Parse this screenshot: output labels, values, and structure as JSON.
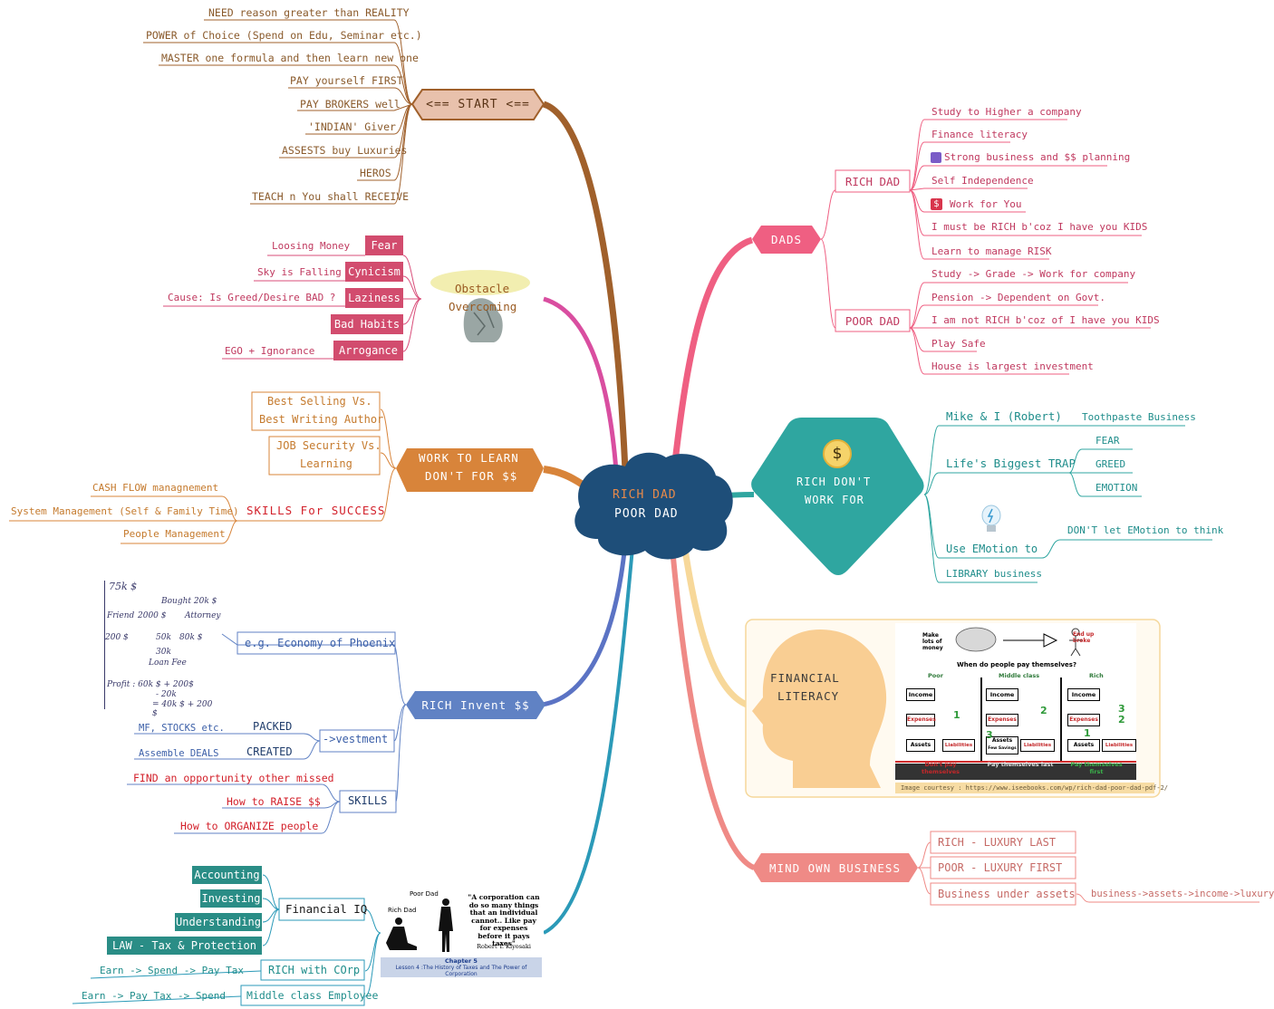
{
  "center": {
    "line1": "RICH DAD",
    "line2": "POOR DAD"
  },
  "start": {
    "title": "<== START <==",
    "items": [
      "NEED reason greater than REALITY",
      "POWER of Choice (Spend on Edu, Seminar etc.)",
      "MASTER one formula and then learn new one",
      "PAY yourself FIRST",
      "PAY BROKERS well",
      "'INDIAN' Giver",
      "ASSESTS buy Luxuries",
      "HEROS",
      "TEACH n You shall RECEIVE"
    ]
  },
  "obstacle": {
    "title1": "Obstacle",
    "title2": "Overcoming",
    "items": [
      {
        "label": "Fear",
        "note": "Loosing Money"
      },
      {
        "label": "Cynicism",
        "note": "Sky is Falling"
      },
      {
        "label": "Laziness",
        "note": "Cause: Is Greed/Desire BAD ?"
      },
      {
        "label": "Bad Habits",
        "note": ""
      },
      {
        "label": "Arrogance",
        "note": "EGO + Ignorance"
      }
    ]
  },
  "work": {
    "title1": "WORK TO LEARN",
    "title2": "DON'T FOR $$",
    "author1": "Best Selling Vs.",
    "author2": "Best Writing Author",
    "job1": "JOB Security Vs.",
    "job2": "Learning",
    "skills": "SKILLS For SUCCESS",
    "skill_items": [
      "CASH FLOW managnement",
      "System Management (Self & Family Time)",
      "People Management"
    ]
  },
  "invent": {
    "title": "RICH Invent $$",
    "economy": "e.g. Economy of Phoenix",
    "sketch": [
      "75k $",
      "Bought 20k $",
      "Friend",
      "2000 $",
      "Attorney",
      "50k",
      "80k $",
      "200 $",
      "30k",
      "Loan Fee",
      "Profit : 60k $ + 200$",
      "- 20k",
      "= 40k $ + 200 $"
    ],
    "investment": "->vestment",
    "packed": "PACKED",
    "mf": "MF, STOCKS etc.",
    "created": "CREATED",
    "assemble": "Assemble DEALS",
    "skills": "SKILLS",
    "skill_items": [
      "FIND an opportunity other missed",
      "How to RAISE $$",
      "How to ORGANIZE people"
    ]
  },
  "fiq": {
    "title": "Financial IQ",
    "items": [
      "Accounting",
      "Investing",
      "Understanding",
      "LAW - Tax & Protection"
    ],
    "corp": "RICH with COrp",
    "corp_note": "Earn -> Spend -> Pay Tax",
    "middle": "Middle class Employee",
    "middle_note": "Earn -> Pay Tax -> Spend",
    "img_poor": "Poor Dad",
    "img_rich": "Rich Dad",
    "quote": "\"A corporation can do so many things that an individual cannot.. Like pay for expenses before it pays taxes\"",
    "quote_author": "Robert T. Kiyosaki",
    "chapter": "Chapter 5",
    "lesson": "Lesson 4 :The History of Taxes and The Power of Corporation"
  },
  "dads": {
    "title": "DADS",
    "rich": "RICH DAD",
    "rich_items": [
      "Study to Higher a company",
      "Finance literacy",
      "Strong business and $$ planning",
      "Self Independence",
      "Work for You",
      "I must be RICH b'coz I have you KIDS",
      "Learn to manage RISK"
    ],
    "poor": "POOR DAD",
    "poor_items": [
      "Study -> Grade -> Work for company",
      "Pension -> Dependent on Govt.",
      "I am not RICH b'coz of I have you KIDS",
      "Play Safe",
      "House is largest investment"
    ]
  },
  "rdw": {
    "title1": "RICH DON'T",
    "title2": "WORK FOR",
    "mike": "Mike & I (Robert)",
    "toothpaste": "Toothpaste Business",
    "trap": "Life's Biggest TRAP",
    "trap_items": [
      "FEAR",
      "GREED",
      "EMOTION"
    ],
    "emotion": "Use EMotion to",
    "emotion_note": "DON'T let EMotion to think",
    "library": "LIBRARY business"
  },
  "fl": {
    "title1": "FINANCIAL",
    "title2": "LITERACY",
    "top_left": "Make lots of money",
    "top_right": "End up broke",
    "question": "When do people pay themselves?",
    "cols": [
      "Poor",
      "Middle class",
      "Rich"
    ],
    "income": "Income",
    "expenses": "Expenses",
    "assets": "Assets",
    "liabilities": "Liabilities",
    "fewsavings": "Few Savings",
    "bottom": [
      "Don't pay themselves",
      "Pay themselves last",
      "Pay themselves first"
    ],
    "nums": [
      "1",
      "3",
      "2",
      "3",
      "2",
      "1"
    ],
    "courtesy": "Image courtesy : https://www.iseebooks.com/wp/rich-dad-poor-dad-pdf-2/"
  },
  "mind": {
    "title": "MIND OWN BUSINESS",
    "items": [
      "RICH - LUXURY LAST",
      "POOR - LUXURY FIRST",
      "Business under assets"
    ],
    "note": "business->assets->income->luxury"
  },
  "colors": {
    "start": "#e2b9a6",
    "dads": "#ef5f82",
    "teal": "#2fa6a0",
    "orange": "#d8843a",
    "blue": "#6082c4",
    "mind": "#ef8a86",
    "center": "#1e4e79"
  }
}
